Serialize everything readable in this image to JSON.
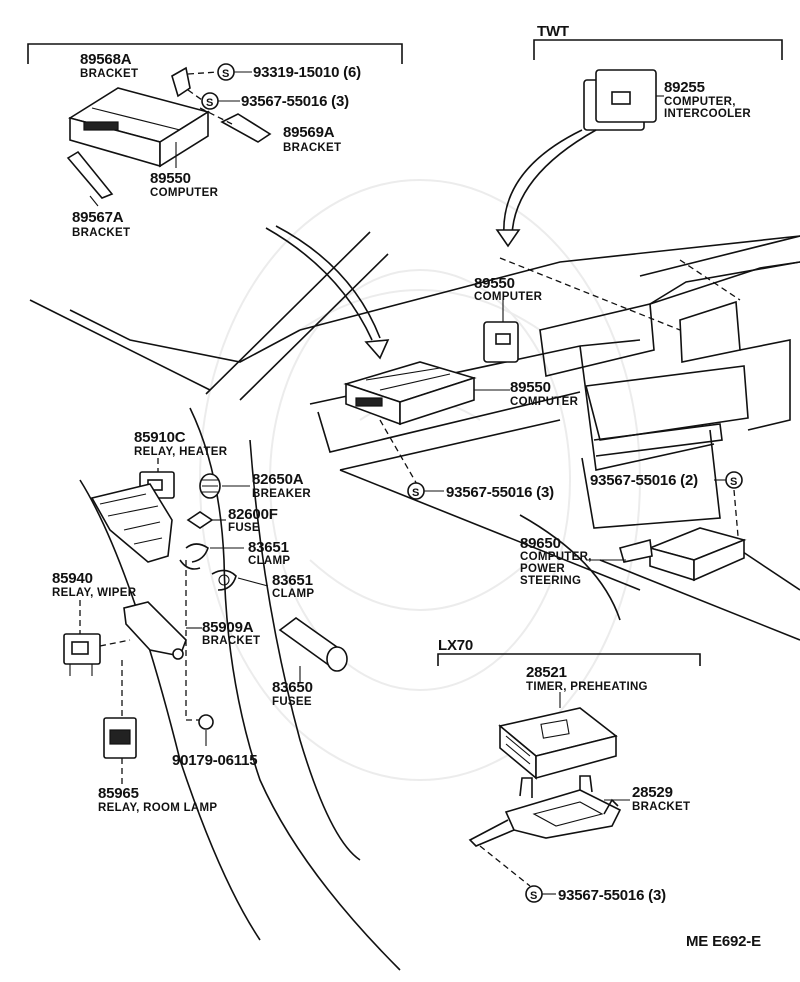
{
  "groups": {
    "twt": "TWT",
    "lx70": "LX70"
  },
  "parts": {
    "p89568a": {
      "number": "89568A",
      "name": "BRACKET"
    },
    "p93319": {
      "number": "93319-15010 (6)"
    },
    "p93567_top": {
      "number": "93567-55016 (3)"
    },
    "p89569a": {
      "number": "89569A",
      "name": "BRACKET"
    },
    "p89550_top": {
      "number": "89550",
      "name": "COMPUTER"
    },
    "p89567a": {
      "number": "89567A",
      "name": "BRACKET"
    },
    "p89255": {
      "number": "89255",
      "name1": "COMPUTER,",
      "name2": "INTERCOOLER"
    },
    "p89550_mid": {
      "number": "89550",
      "name": "COMPUTER"
    },
    "p89550_main": {
      "number": "89550",
      "name": "COMPUTER"
    },
    "p85910c": {
      "number": "85910C",
      "name": "RELAY, HEATER"
    },
    "p82650a": {
      "number": "82650A",
      "name": "BREAKER"
    },
    "p82600f": {
      "number": "82600F",
      "name": "FUSE"
    },
    "p93567_center": {
      "number": "93567-55016 (3)"
    },
    "p93567_right": {
      "number": "93567-55016 (2)"
    },
    "p83651_a": {
      "number": "83651",
      "name": "CLAMP"
    },
    "p83651_b": {
      "number": "83651",
      "name": "CLAMP"
    },
    "p89650": {
      "number": "89650",
      "name1": "COMPUTER,",
      "name2": "POWER",
      "name3": "STEERING"
    },
    "p85940": {
      "number": "85940",
      "name": "RELAY, WIPER"
    },
    "p85909a": {
      "number": "85909A",
      "name": "BRACKET"
    },
    "p83650": {
      "number": "83650",
      "name": "FUSEE"
    },
    "p28521": {
      "number": "28521",
      "name": "TIMER, PREHEATING"
    },
    "p28529": {
      "number": "28529",
      "name": "BRACKET"
    },
    "p90179": {
      "number": "90179-06115"
    },
    "p85965": {
      "number": "85965",
      "name": "RELAY, ROOM LAMP"
    },
    "p93567_bottom": {
      "number": "93567-55016 (3)"
    }
  },
  "s_marker": "S",
  "footer_code": "ME  E692-E"
}
